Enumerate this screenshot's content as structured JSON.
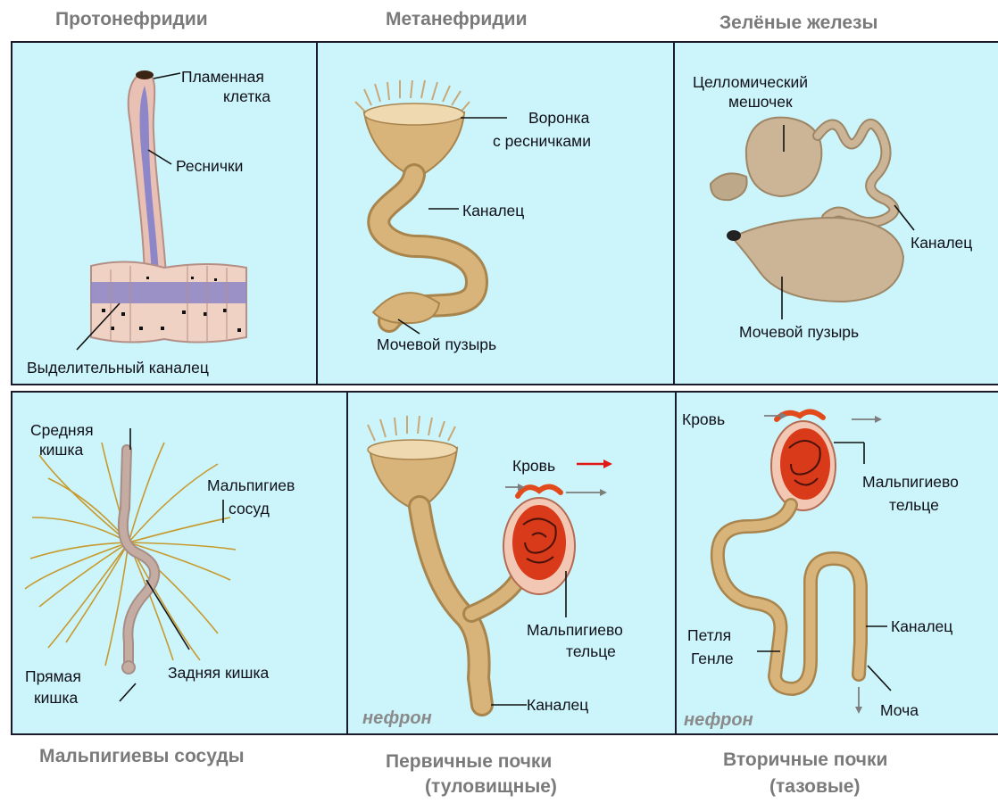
{
  "headers": {
    "protonephridia": "Протонефридии",
    "metanephridia": "Метанефридии",
    "green_glands": "Зелёные железы",
    "malpighian_tubules": "Мальпигиевы сосуды",
    "primary_kidneys_line1": "Первичные почки",
    "primary_kidneys_line2": "(туловищные)",
    "secondary_kidneys_line1": "Вторичные почки",
    "secondary_kidneys_line2": "(тазовые)"
  },
  "panels": {
    "protonephridia": {
      "flame_cell_line1": "Пламенная",
      "flame_cell_line2": "клетка",
      "cilia": "Реснички",
      "excretory_canal": "Выделительный каналец"
    },
    "metanephridia": {
      "funnel_line1": "Воронка",
      "funnel_line2": "с ресничками",
      "canal": "Каналец",
      "bladder": "Мочевой пузырь"
    },
    "green_glands": {
      "coelomic_sac_line1": "Целломический",
      "coelomic_sac_line2": "мешочек",
      "canal": "Каналец",
      "bladder": "Мочевой пузырь"
    },
    "malpighian": {
      "midgut_line1": "Средняя",
      "midgut_line2": "кишка",
      "vessel_line1": "Мальпигиев",
      "vessel_line2": "сосуд",
      "rectum_line1": "Прямая",
      "rectum_line2": "кишка",
      "hindgut": "Задняя кишка"
    },
    "primary_kidney": {
      "blood": "Кровь",
      "corpuscle_line1": "Мальпигиево",
      "corpuscle_line2": "тельце",
      "canal": "Каналец",
      "nephron": "нефрон"
    },
    "secondary_kidney": {
      "blood": "Кровь",
      "corpuscle_line1": "Мальпигиево",
      "corpuscle_line2": "тельце",
      "loop_line1": "Петля",
      "loop_line2": "Генле",
      "canal": "Каналец",
      "urine": "Моча",
      "nephron": "нефрон"
    }
  },
  "colors": {
    "panel_bg": "#ccf4fb",
    "border": "#1a1a2a",
    "header_text": "#7a7a7a",
    "tube_tan": "#d8b47a",
    "tube_dark": "#a9854e",
    "protonephridium_violet": "#8d86c8",
    "glomerulus_red": "#d93a1a",
    "blood_arrow_red": "#e01818"
  }
}
